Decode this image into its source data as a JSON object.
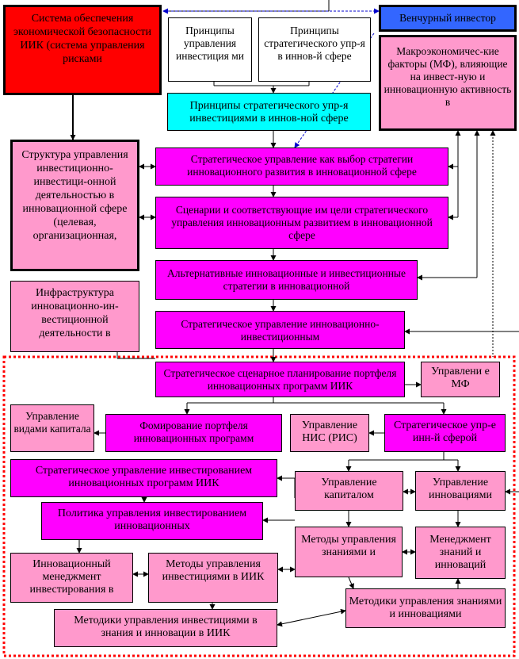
{
  "colors": {
    "red": "#ff0000",
    "blue": "#3366ff",
    "cyan": "#00ffff",
    "magenta": "#ff00ff",
    "pink": "#ff99cc",
    "dotted_frame": "#ff0000"
  },
  "boxes": {
    "security_system": "Система обеспечения экономической безопасности ИИК (система управления рисками",
    "principles_mgmt": "Принципы управления инвестиция ми",
    "principles_strategic": "Принципы стратегического упр-я в иннов-й сфере",
    "venture_investor": "Венчурный инвестор",
    "macro_factors": "Макроэкономичес-кие факторы (МФ), влияющие на инвест-ную и инновационную активность в",
    "strategic_principles": "Принципы стратегического упр-я инвестициями в иннов-ной сфере",
    "structure": "Структура управления инвестиционно-инвестици-онной деятельностью в инновационной сфере (целевая, организационная,",
    "strategy_choice": "Стратегическое управление как выбор стратегии инновационного развития в инновационной сфере",
    "scenarios": "Сценарии и соответствующие им цели стратегического управления инновационным развитием в инновационной сфере",
    "alternatives": "Альтернативные инновационные и инвестиционные стратегии в инновационной",
    "infrastructure": "Инфраструктура инновационно-ин-вестиционной деятельности в",
    "strategic_mgmt": "Стратегическое управление инновационно-инвестиционным",
    "scenario_planning": "Стратегическое сценарное планирование портфеля инновационных программ ИИК",
    "manage_mf": "Управлени е МФ",
    "capital_types": "Управление видами капитала",
    "portfolio": "Фомирование портфеля инновационных программ",
    "nis": "Управление НИС (РИС)",
    "strategic_innov": "Стратегическое упр-е инн-й сферой",
    "invest_programs": "Стратегическое управление инвестированием инновационных программ ИИК",
    "capital": "Управление капиталом",
    "innovations": "Управление инновациями",
    "invest_policy": "Политика управления инвестированием инновационных",
    "km_methods": "Методы управления знаниями и",
    "km_mgmt": "Менеджмент знаний и инноваций",
    "innov_mgmt": "Инновационный менеджмент инвестирования в",
    "invest_methods": "Методы управления инвестициями в ИИК",
    "km_techniques": "Методики управления знаниями и инновациями",
    "invest_techniques": "Методики управления инвестициями в знания и инновации в ИИК"
  }
}
